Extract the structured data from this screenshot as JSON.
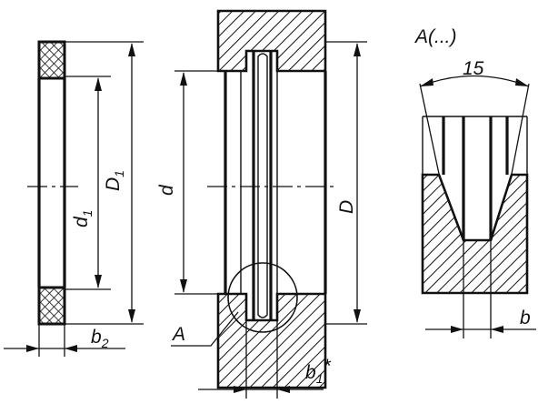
{
  "figure": {
    "labels": {
      "D1": "D",
      "D1_sub": "1",
      "d1": "d",
      "d1_sub": "1",
      "b2": "b",
      "b2_sub": "2",
      "d": "d",
      "D": "D",
      "A": "A",
      "b1": "b",
      "b1_sub": "1",
      "b1_star": "*",
      "view_title": "A(...)",
      "angle": "15",
      "b": "b"
    }
  }
}
